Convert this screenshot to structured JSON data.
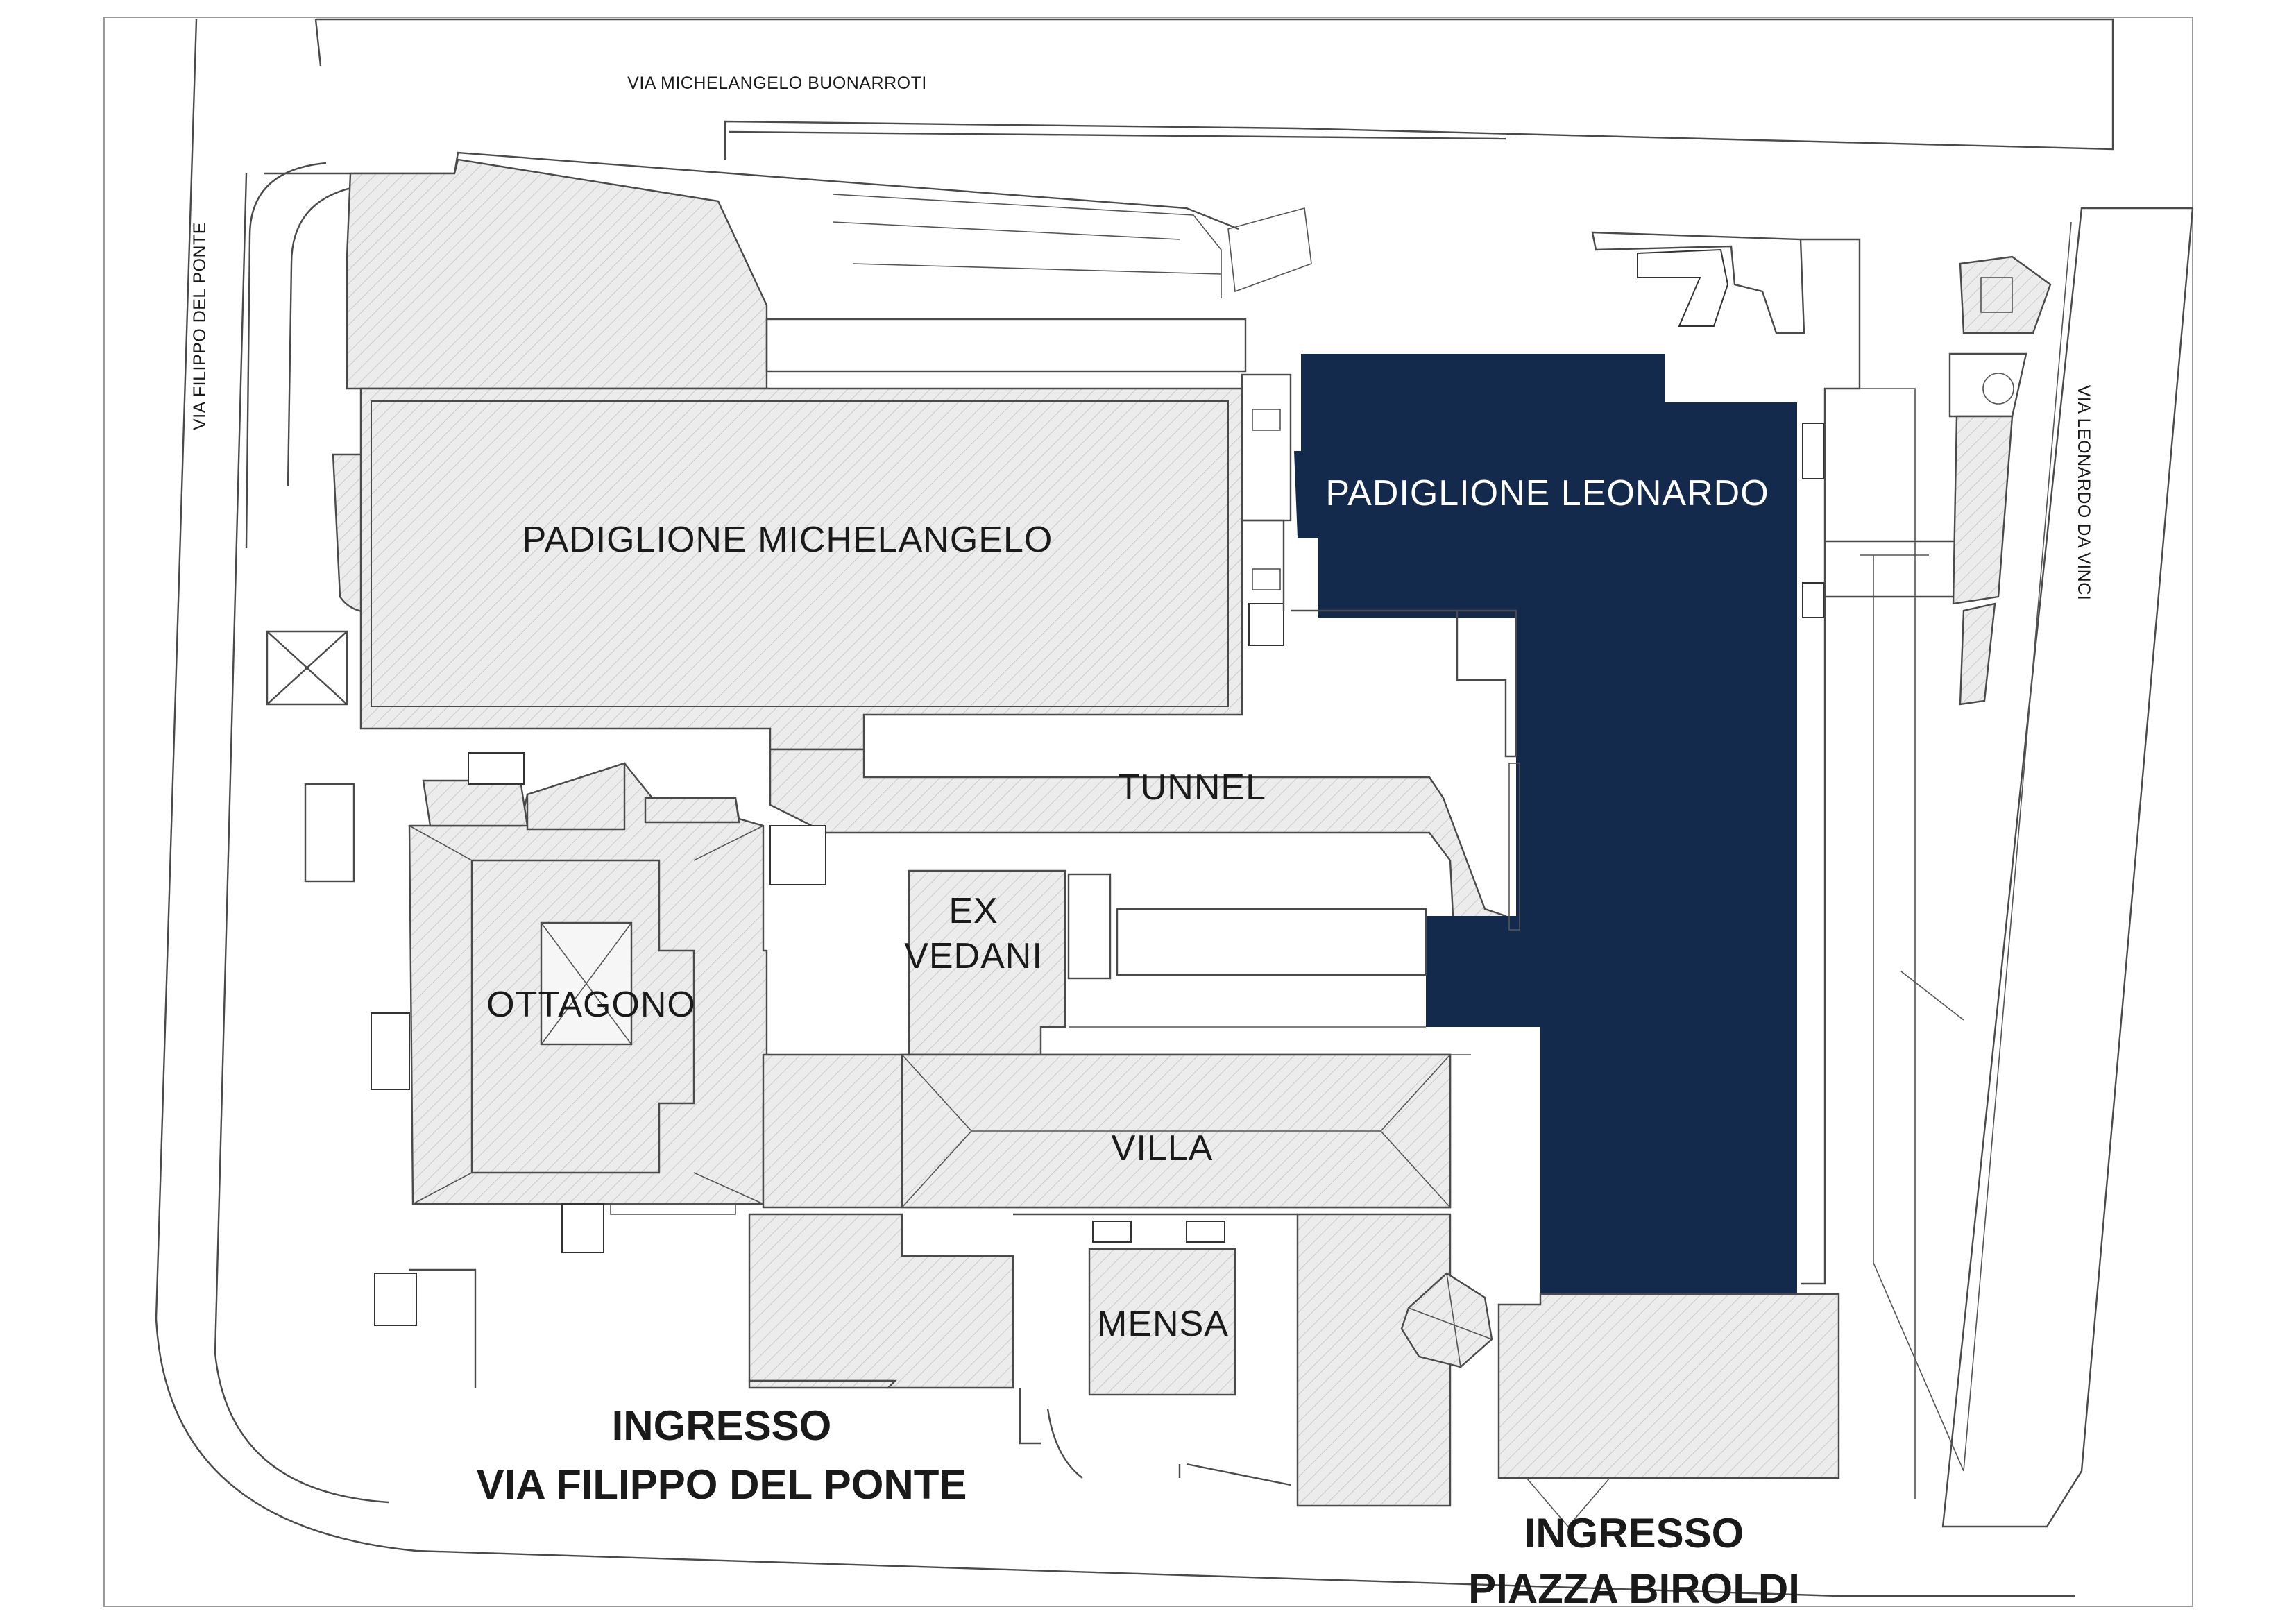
{
  "map": {
    "streets": {
      "north": "VIA MICHELANGELO BUONARROTI",
      "west": "VIA FILIPPO DEL PONTE",
      "east": "VIA LEONARDO DA VINCI"
    },
    "pavilions": {
      "michelangelo": "PADIGLIONE MICHELANGELO",
      "leonardo": "PADIGLIONE LEONARDO",
      "tunnel": "TUNNEL",
      "vedani": {
        "lines": [
          "EX",
          "VEDANI"
        ]
      },
      "ottagono": "OTTAGONO",
      "villa": "VILLA",
      "mensa": "MENSA"
    },
    "entrances": {
      "west": {
        "line1": "INGRESSO",
        "line2": "VIA FILIPPO DEL PONTE"
      },
      "south": {
        "line1": "INGRESSO",
        "line2": "PIAZZA BIROLDI"
      }
    },
    "colors": {
      "highlight": "#142a4c",
      "building_hatch": "#e6e6e6",
      "outline": "#4a4a4a"
    }
  }
}
